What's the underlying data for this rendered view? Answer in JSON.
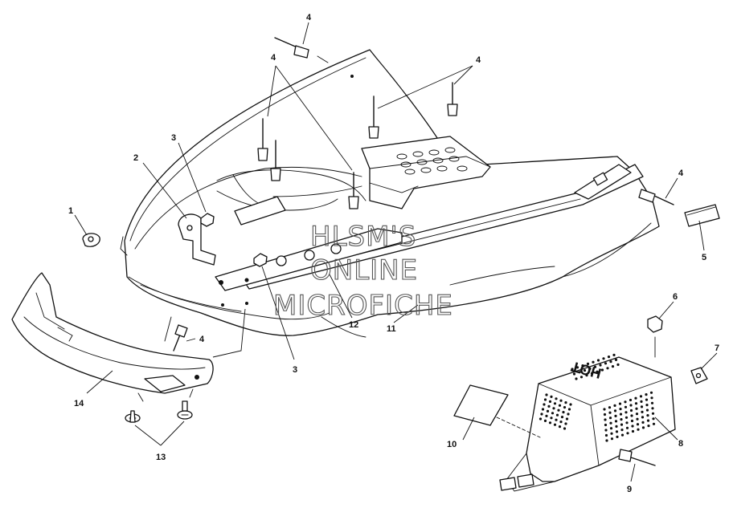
{
  "watermark": {
    "line1": "HLSM'S",
    "line2": "ONLINE",
    "line3": "MICROFICHE"
  },
  "hot_label": "HOT",
  "callouts": {
    "c1": "1",
    "c2": "2",
    "c3_top": "3",
    "c3_bottom": "3",
    "c4_top": "4",
    "c4_left_mid": "4",
    "c4_right_top": "4",
    "c4_right": "4",
    "c4_bottom": "4",
    "c5": "5",
    "c6": "6",
    "c7": "7",
    "c8": "8",
    "c9": "9",
    "c10": "10",
    "c11": "11",
    "c12": "12",
    "c13": "13",
    "c14": "14"
  }
}
